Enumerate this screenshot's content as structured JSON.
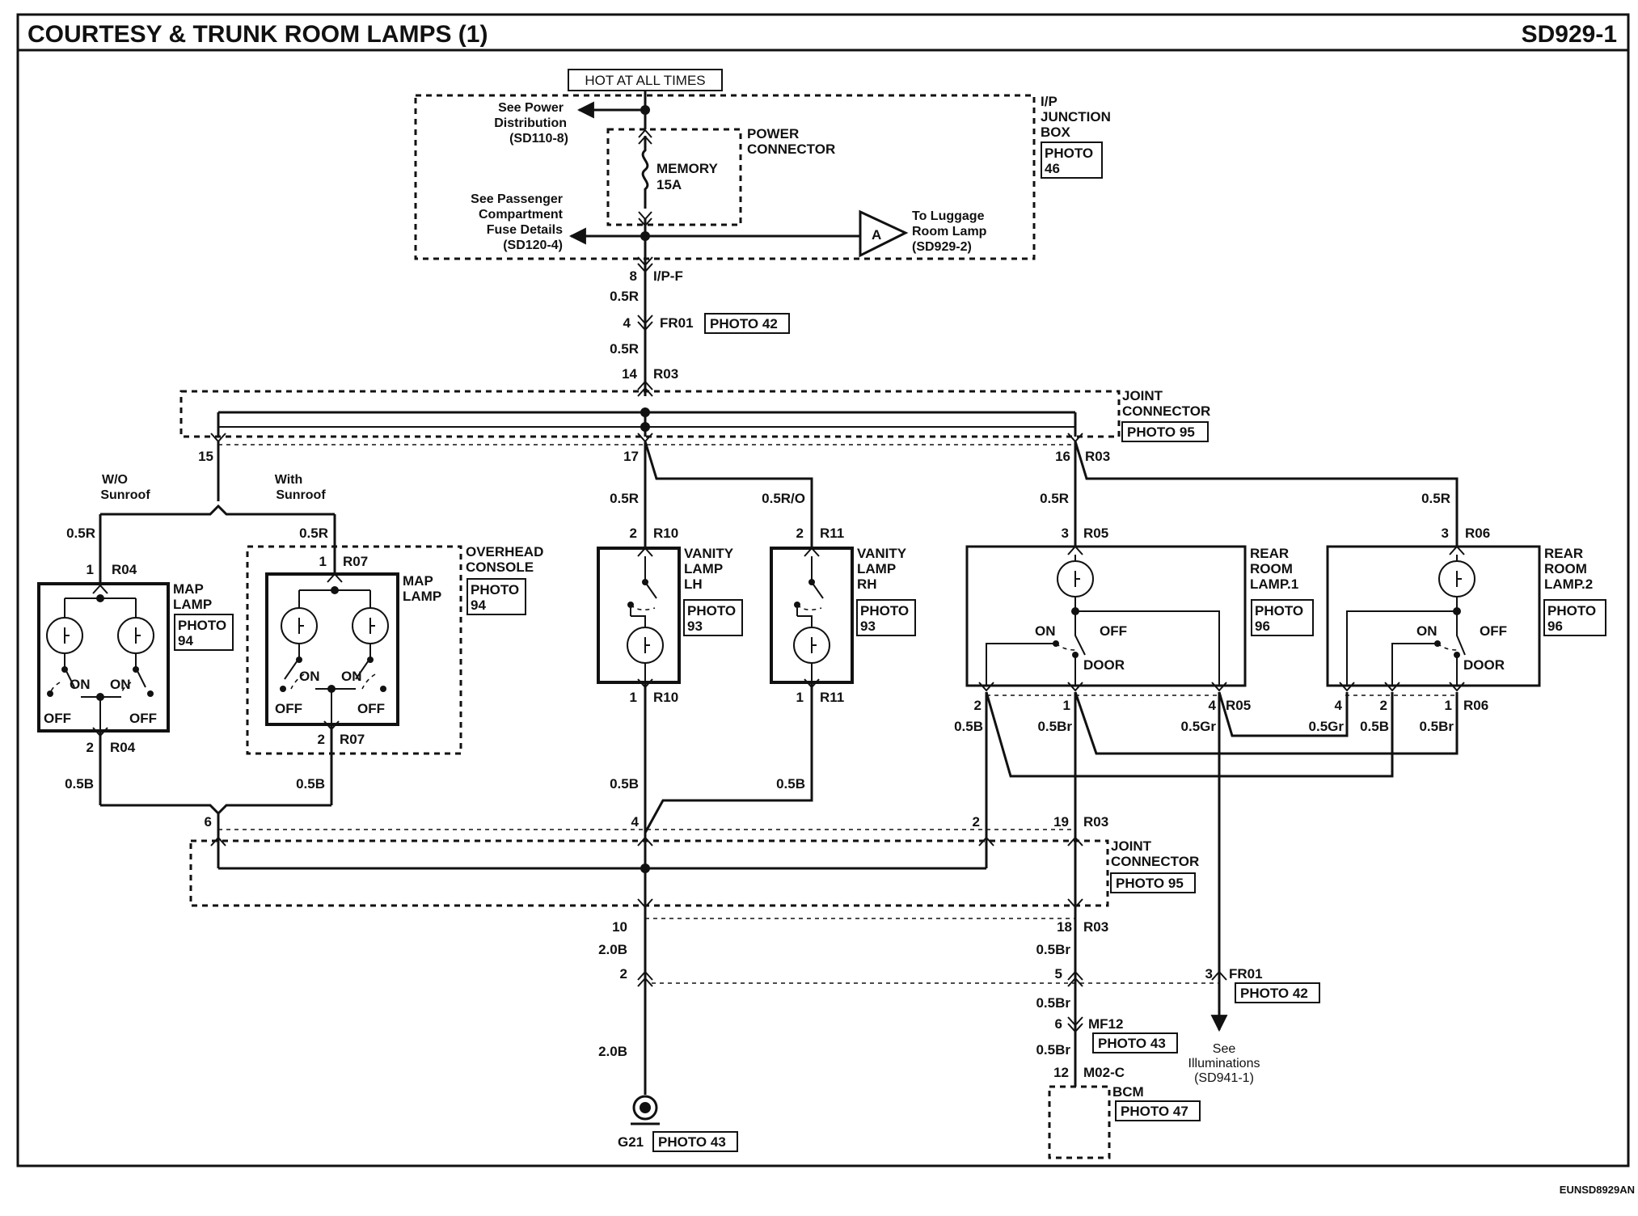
{
  "title": "COURTESY & TRUNK ROOM LAMPS (1)",
  "page_code": "SD929-1",
  "footer_code": "EUNSD8929AN",
  "top": {
    "hot_label": "HOT AT ALL TIMES",
    "junction_box": [
      "I/P",
      "JUNCTION",
      "BOX"
    ],
    "junction_photo": [
      "PHOTO",
      "46"
    ],
    "power_connector": [
      "POWER",
      "CONNECTOR"
    ],
    "fuse": [
      "MEMORY",
      "15A"
    ],
    "see_power": [
      "See Power",
      "Distribution",
      "(SD110-8)"
    ],
    "see_passenger": [
      "See Passenger",
      "Compartment",
      "Fuse Details",
      "(SD120-4)"
    ],
    "to_luggage": [
      "To Luggage",
      "Room Lamp",
      "(SD929-2)"
    ],
    "connector_a": "A"
  },
  "main_feed": {
    "pin_8": "8",
    "conn_ipf": "I/P-F",
    "w1": "0.5R",
    "pin_4": "4",
    "conn_fr01": "FR01",
    "photo_fr01": "PHOTO 42",
    "w2": "0.5R",
    "pin_14": "14",
    "conn_r03": "R03"
  },
  "joint_top": {
    "label": [
      "JOINT",
      "CONNECTOR"
    ],
    "photo": "PHOTO 95",
    "pin_15": "15",
    "pin_17": "17",
    "pin_16": "16",
    "conn_r03": "R03"
  },
  "map_lamp_left": {
    "wo_sunroof": [
      "W/O",
      "Sunroof"
    ],
    "wire_in": "0.5R",
    "pin_in": "1",
    "conn": "R04",
    "name": [
      "MAP",
      "LAMP"
    ],
    "photo": [
      "PHOTO",
      "94"
    ],
    "on1": "ON",
    "on2": "ON",
    "off1": "OFF",
    "off2": "OFF",
    "pin_out": "2",
    "conn_out": "R04",
    "wire_out": "0.5B"
  },
  "map_lamp_right": {
    "with_sunroof": [
      "With",
      "Sunroof"
    ],
    "wire_in": "0.5R",
    "pin_in": "1",
    "conn": "R07",
    "name": [
      "MAP",
      "LAMP"
    ],
    "console": [
      "OVERHEAD",
      "CONSOLE"
    ],
    "photo": [
      "PHOTO",
      "94"
    ],
    "on1": "ON",
    "on2": "ON",
    "off1": "OFF",
    "off2": "OFF",
    "pin_out": "2",
    "conn_out": "R07",
    "wire_out": "0.5B"
  },
  "vanity_lh": {
    "wire_in": "0.5R",
    "pin_in": "2",
    "conn": "R10",
    "name": [
      "VANITY",
      "LAMP",
      "LH"
    ],
    "photo": [
      "PHOTO",
      "93"
    ],
    "pin_out": "1",
    "conn_out": "R10",
    "wire_out": "0.5B"
  },
  "vanity_rh": {
    "wire_in": "0.5R/O",
    "pin_in": "2",
    "conn": "R11",
    "name": [
      "VANITY",
      "LAMP",
      "RH"
    ],
    "photo": [
      "PHOTO",
      "93"
    ],
    "pin_out": "1",
    "conn_out": "R11",
    "wire_out": "0.5B"
  },
  "rear_lamp_1": {
    "wire_in": "0.5R",
    "pin_in": "3",
    "conn": "R05",
    "name": [
      "REAR",
      "ROOM",
      "LAMP.1"
    ],
    "photo": [
      "PHOTO",
      "96"
    ],
    "on": "ON",
    "off": "OFF",
    "door": "DOOR",
    "pin_2": "2",
    "pin_1": "1",
    "pin_4": "4",
    "conn_out": "R05",
    "w_b": "0.5B",
    "w_br": "0.5Br",
    "w_gr": "0.5Gr"
  },
  "rear_lamp_2": {
    "wire_in": "0.5R",
    "pin_in": "3",
    "conn": "R06",
    "name": [
      "REAR",
      "ROOM",
      "LAMP.2"
    ],
    "photo": [
      "PHOTO",
      "96"
    ],
    "on": "ON",
    "off": "OFF",
    "door": "DOOR",
    "pin_4": "4",
    "pin_2": "2",
    "pin_1": "1",
    "conn_out": "R06",
    "w_gr": "0.5Gr",
    "w_b": "0.5B",
    "w_br": "0.5Br"
  },
  "joint_bottom": {
    "label": [
      "JOINT",
      "CONNECTOR"
    ],
    "photo": "PHOTO 95",
    "pin_6": "6",
    "pin_4": "4",
    "pin_2": "2",
    "pin_19": "19",
    "conn_r03a": "R03",
    "pin_10": "10",
    "pin_18": "18",
    "conn_r03b": "R03"
  },
  "ground": {
    "w1": "2.0B",
    "pin_2": "2",
    "w2": "2.0B",
    "name": "G21",
    "photo": "PHOTO 43"
  },
  "bcm_path": {
    "w1": "0.5Br",
    "pin_5": "5",
    "w2": "0.5Br",
    "pin_6": "6",
    "conn_mf12": "MF12",
    "photo_mf12": "PHOTO 43",
    "w3": "0.5Br",
    "pin_12": "12",
    "conn_m02c": "M02-C",
    "bcm": "BCM",
    "photo_bcm": "PHOTO 47"
  },
  "illum": {
    "pin_3": "3",
    "conn_fr01": "FR01",
    "photo": "PHOTO 42",
    "see": [
      "See",
      "Illuminations",
      "(SD941-1)"
    ]
  }
}
